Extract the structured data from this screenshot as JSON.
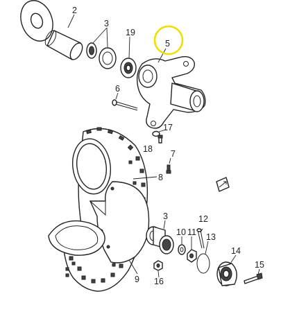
{
  "callouts": {
    "c2": "2",
    "c3a": "3",
    "c19": "19",
    "c5": "5",
    "c6": "6",
    "c17": "17",
    "c18": "18",
    "c7": "7",
    "c8": "8",
    "c3b": "3",
    "c10": "10",
    "c11": "11",
    "c12": "12",
    "c13": "13",
    "c14": "14",
    "c15": "15",
    "c16": "16",
    "c9": "9"
  },
  "highlight": {
    "callout": "5",
    "color": "#f0e000"
  }
}
